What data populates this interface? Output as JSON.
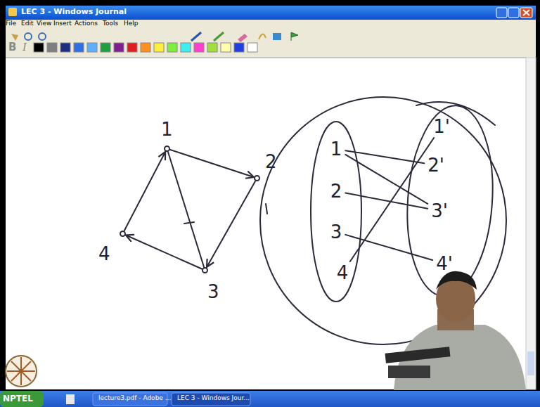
{
  "diagram": {
    "nodes": [
      {
        "text": [
          "1"
        ]
      },
      {
        "text": [
          "2"
        ]
      },
      {
        "text": [
          "3"
        ]
      },
      {
        "text": [
          "4"
        ]
      },
      {
        "text": [
          "1"
        ]
      },
      {
        "text": [
          "2"
        ]
      },
      {
        "text": [
          "3"
        ]
      },
      {
        "text": [
          "4"
        ]
      },
      {
        "text": [
          "1'"
        ]
      },
      {
        "text": [
          "2'"
        ]
      },
      {
        "text": [
          "3'"
        ]
      },
      {
        "text": [
          "4'"
        ]
      }
    ],
    "edges": [
      {
        "from": 0,
        "to": 1,
        "arrow": "to"
      },
      {
        "from": 1,
        "to": 2,
        "arrow": "to"
      },
      {
        "from": 2,
        "to": 3,
        "arrow": "to"
      },
      {
        "from": 3,
        "to": 0,
        "arrow": "to"
      },
      {
        "from": 0,
        "to": 2,
        "arrow": "none"
      },
      {
        "from": 4,
        "to": 9,
        "arrow": "none"
      },
      {
        "from": 4,
        "to": 10,
        "arrow": "none"
      },
      {
        "from": 5,
        "to": 10,
        "arrow": "none"
      },
      {
        "from": 6,
        "to": 11,
        "arrow": "none"
      },
      {
        "from": 7,
        "to": 8,
        "arrow": "none"
      }
    ],
    "labels": [
      "LEC 3 - Windows Journal",
      "File",
      "Edit",
      "View",
      "Insert",
      "Actions",
      "Tools",
      "Help",
      "B",
      "I",
      "NPTEL",
      "lecture3.pdf - Adobe ...",
      "LEC 3 - Windows Jour..."
    ]
  }
}
